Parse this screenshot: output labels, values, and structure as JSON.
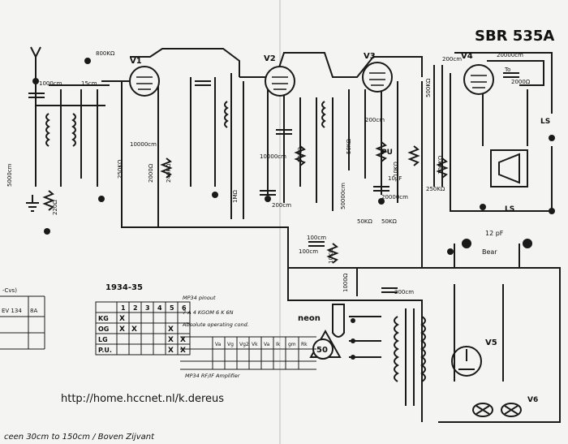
{
  "title": "SBR 535A",
  "year": "1934-35",
  "url": "http://home.hccnet.nl/k.dereus",
  "neon_label": "neon",
  "badge": "50",
  "tubes": {
    "v1": "V1",
    "v2": "V2",
    "v3": "V3",
    "v4": "V4",
    "v5": "V5",
    "v6": "V6"
  },
  "components": {
    "r800k": "800KΩ",
    "c1000": "1000cm",
    "c15": "15cm",
    "c5000": "5000cm",
    "r220": "220Ω",
    "c10000": "10000cm",
    "r250k": "250KΩ",
    "r2000": "2000Ω",
    "r240k": "240KΩ",
    "c10000b": "10000cm",
    "c200": "200cm",
    "r50k": "50KΩ",
    "r1m": "1MΩ",
    "c200b": "200cm",
    "c20000": "20000cm",
    "r50kb": "50KΩ",
    "pu": "PU",
    "r10k": "10KΩ",
    "c50000": "50000cm",
    "c10uf": "10µF",
    "r50k2": "50KΩ",
    "r50k3": "50KΩ",
    "c100": "100cm",
    "r10kb": "10KΩ",
    "c200c": "200cm",
    "r500k": "500KΩ",
    "c20000b": "20000cm",
    "r2000b": "2000Ω",
    "to": "To",
    "ls": "LS",
    "ls2": "LS",
    "r250kb": "250KΩ",
    "r100k": "100KΩ",
    "c12pf": "12 pF",
    "bear": "Bear",
    "r1000": "1000Ω",
    "c200d": "200cm",
    "c100cm": "100cm"
  },
  "table": {
    "headers": [
      "1",
      "2",
      "3",
      "4",
      "5",
      "6"
    ],
    "rows": [
      {
        "label": "KG",
        "marks": [
          "X",
          "",
          "",
          "",
          "",
          ""
        ]
      },
      {
        "label": "OG",
        "marks": [
          "X",
          "X",
          "",
          "",
          "X",
          ""
        ]
      },
      {
        "label": "LG",
        "marks": [
          "",
          "",
          "",
          "",
          "X",
          "X"
        ]
      },
      {
        "label": "P.U.",
        "marks": [
          "",
          "",
          "",
          "",
          "X",
          "X"
        ]
      }
    ],
    "left_rows": [
      "EV 134",
      "8A"
    ]
  },
  "notes": {
    "n1": "MP34 pinout",
    "n2": "7 A 4 KGOM 6 K 6N",
    "n3": "Absolute operating cond.",
    "n4": "MP34 RF/IF Amplifier",
    "vals": [
      "Va",
      "Vg",
      "Vg2",
      "Vk",
      "Va",
      "Ik",
      "gm",
      "Rk"
    ]
  },
  "footer_note": "ceen 30cm to 150cm / Boven Zijvant"
}
